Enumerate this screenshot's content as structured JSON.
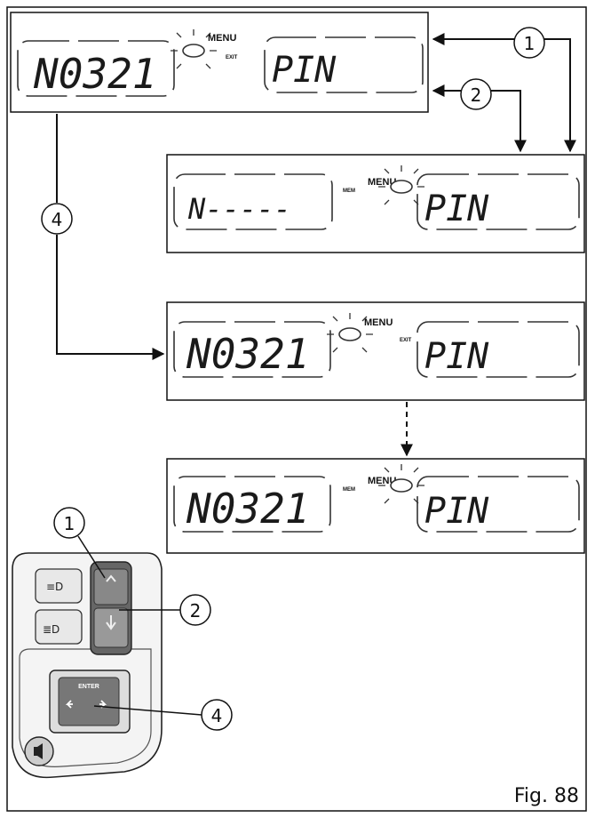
{
  "figure": {
    "caption": "Fig. 88"
  },
  "panels": [
    {
      "id": "panel-1",
      "left_text": "N0321",
      "menu_label": "MENU",
      "exit_label": "EXIT",
      "right_text": "PIN",
      "menu_blinking": true
    },
    {
      "id": "panel-2",
      "left_text": "N-----",
      "mem_label": "MEM",
      "menu_label": "MENU",
      "right_text": "PIN",
      "menu_blinking": true
    },
    {
      "id": "panel-3",
      "left_text": "N0321",
      "menu_label": "MENU",
      "exit_label": "EXIT",
      "right_text": "PIN",
      "menu_blinking": true
    },
    {
      "id": "panel-4",
      "left_text": "N0321",
      "mem_label": "MEM",
      "menu_label": "MENU",
      "right_text": "PIN",
      "menu_blinking": true
    }
  ],
  "callouts": {
    "c1": "1",
    "c2": "2",
    "c4": "4",
    "d1": "1",
    "d2": "2",
    "d4": "4"
  },
  "device": {
    "enter_label": "ENTER",
    "up_icon": "chevron-up-icon",
    "down_icon": "chevron-down-icon",
    "arrows_icon": "left-right-arrows-icon",
    "headlight_low_icon": "low-beam-icon",
    "headlight_high_icon": "high-beam-icon",
    "horn_icon": "horn-icon"
  }
}
